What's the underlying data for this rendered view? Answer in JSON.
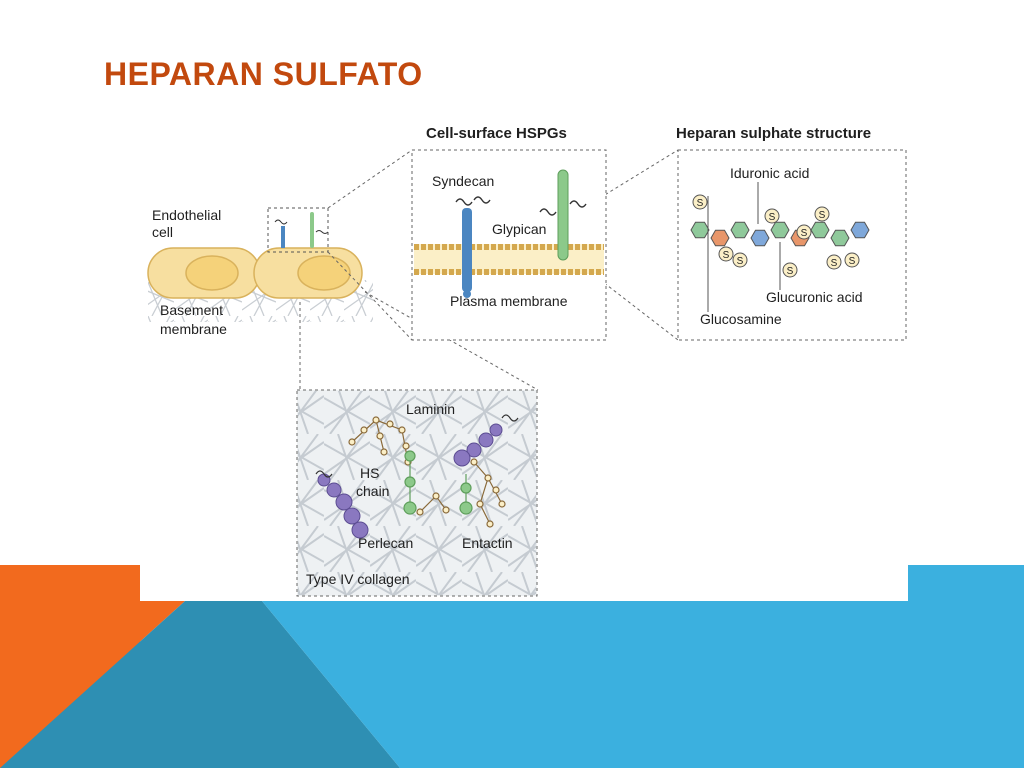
{
  "slide": {
    "title": "HEPARAN SULFATO",
    "title_color": "#C2490E"
  },
  "colors": {
    "orange": "#F26A1E",
    "blue": "#3BB0DF",
    "dark_blue": "#2E8FB3",
    "cell": "#F7DFA0",
    "nucleus": "#F5D27A",
    "syndecan": "#4B86C1",
    "glypican": "#8CC98A",
    "perlecan": "#8A78C0",
    "sugar_green": "#8FC99B",
    "sugar_orange": "#E8966A",
    "sugar_blue": "#7FA8DA"
  },
  "figure": {
    "cell_labels": {
      "endothelial_line1": "Endothelial",
      "endothelial_line2": "cell",
      "basement_line1": "Basement",
      "basement_line2": "membrane"
    },
    "hspg_panel": {
      "title": "Cell-surface HSPGs",
      "syndecan": "Syndecan",
      "glypican": "Glypican",
      "plasma_membrane": "Plasma membrane"
    },
    "structure_panel": {
      "title": "Heparan sulphate structure",
      "iduronic_acid": "Iduronic acid",
      "glucuronic_acid": "Glucuronic acid",
      "glucosamine": "Glucosamine",
      "sulfate_symbol": "S"
    },
    "matrix_panel": {
      "laminin": "Laminin",
      "hs_line1": "HS",
      "hs_line2": "chain",
      "perlecan": "Perlecan",
      "entactin": "Entactin",
      "collagen": "Type IV collagen"
    }
  }
}
